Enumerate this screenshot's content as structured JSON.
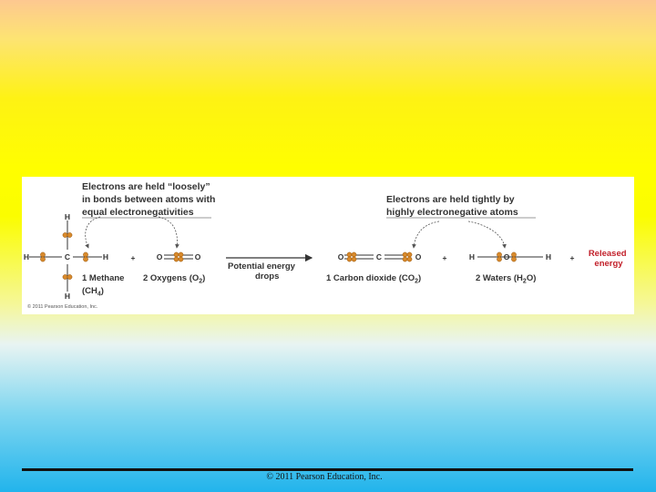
{
  "figure": {
    "caption_left": [
      "Electrons are held “loosely”",
      "in bonds between atoms with",
      "equal electronegativities"
    ],
    "caption_right": [
      "Electrons are held tightly by",
      "highly electronegative atoms"
    ],
    "atoms": {
      "h": "H",
      "c": "C",
      "o": "O"
    },
    "plus": "+",
    "methane": {
      "line1": "1 Methane",
      "line2_main": "(CH",
      "line2_sub": "4",
      "line2_end": ")"
    },
    "oxygens": {
      "main": "2 Oxygens (O",
      "sub": "2",
      "end": ")"
    },
    "energy_arrow": [
      "Potential energy",
      "drops"
    ],
    "co2": {
      "main": "1 Carbon dioxide (CO",
      "sub": "2",
      "end": ")"
    },
    "waters": {
      "main": "2 Waters (H",
      "sub": "2",
      "end": "O)"
    },
    "released": [
      "Released",
      "energy"
    ],
    "copyright_small": "© 2011 Pearson Education, Inc."
  },
  "footer": {
    "copyright": "© 2011 Pearson Education, Inc."
  },
  "colors": {
    "electron": "#d88a2c",
    "released_text": "#c2202a"
  }
}
